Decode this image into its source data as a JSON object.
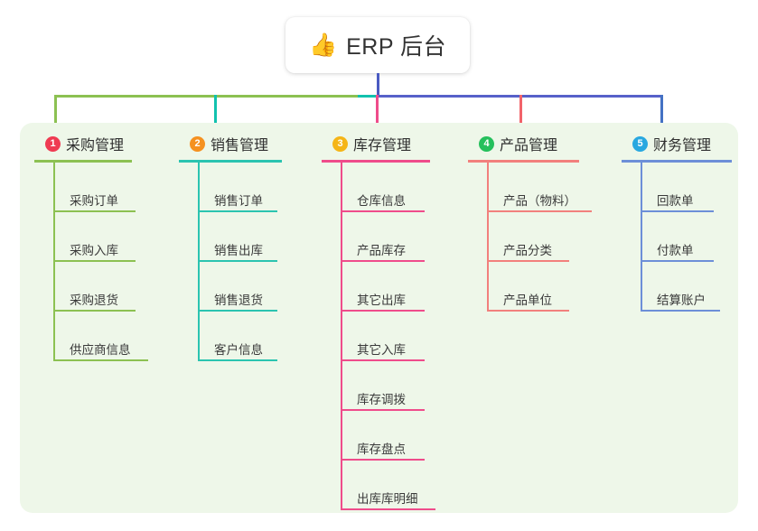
{
  "root": {
    "icon": "thumbs-up-emoji",
    "emoji": "👍",
    "title": "ERP 后台"
  },
  "palette": {
    "panel_bg": "#eef7e9",
    "stem": "#4a5bc2",
    "bar_left": "#8cc152",
    "bar_mid": "#12c2ae",
    "bar_right": "#5761c9"
  },
  "columns": [
    {
      "number": "1",
      "title": "采购管理",
      "badge_color": "#ef3b52",
      "line_color": "#8cc152",
      "rule_width": 108,
      "items": [
        {
          "label": "采购订单",
          "rule_width": 91
        },
        {
          "label": "采购入库",
          "rule_width": 91
        },
        {
          "label": "采购退货",
          "rule_width": 91
        },
        {
          "label": "供应商信息",
          "rule_width": 105
        }
      ]
    },
    {
      "number": "2",
      "title": "销售管理",
      "badge_color": "#f59120",
      "line_color": "#2bc4b0",
      "rule_width": 114,
      "items": [
        {
          "label": "销售订单",
          "rule_width": 88
        },
        {
          "label": "销售出库",
          "rule_width": 88
        },
        {
          "label": "销售退货",
          "rule_width": 88
        },
        {
          "label": "客户信息",
          "rule_width": 88
        }
      ]
    },
    {
      "number": "3",
      "title": "库存管理",
      "badge_color": "#f5b517",
      "line_color": "#ef4c8b",
      "rule_width": 120,
      "items": [
        {
          "label": "仓库信息",
          "rule_width": 93
        },
        {
          "label": "产品库存",
          "rule_width": 93
        },
        {
          "label": "其它出库",
          "rule_width": 93
        },
        {
          "label": "其它入库",
          "rule_width": 93
        },
        {
          "label": "库存调拨",
          "rule_width": 93
        },
        {
          "label": "库存盘点",
          "rule_width": 93
        },
        {
          "label": "出库库明细",
          "rule_width": 105
        }
      ]
    },
    {
      "number": "4",
      "title": "产品管理",
      "badge_color": "#25c05c",
      "line_color": "#f2807d",
      "rule_width": 123,
      "items": [
        {
          "label": "产品（物料）",
          "rule_width": 116
        },
        {
          "label": "产品分类",
          "rule_width": 91
        },
        {
          "label": "产品单位",
          "rule_width": 91
        }
      ]
    },
    {
      "number": "5",
      "title": "财务管理",
      "badge_color": "#29a8e0",
      "line_color": "#6d8fd8",
      "rule_width": 122,
      "items": [
        {
          "label": "回款单",
          "rule_width": 81
        },
        {
          "label": "付款单",
          "rule_width": 81
        },
        {
          "label": "结算账户",
          "rule_width": 88
        }
      ]
    }
  ]
}
